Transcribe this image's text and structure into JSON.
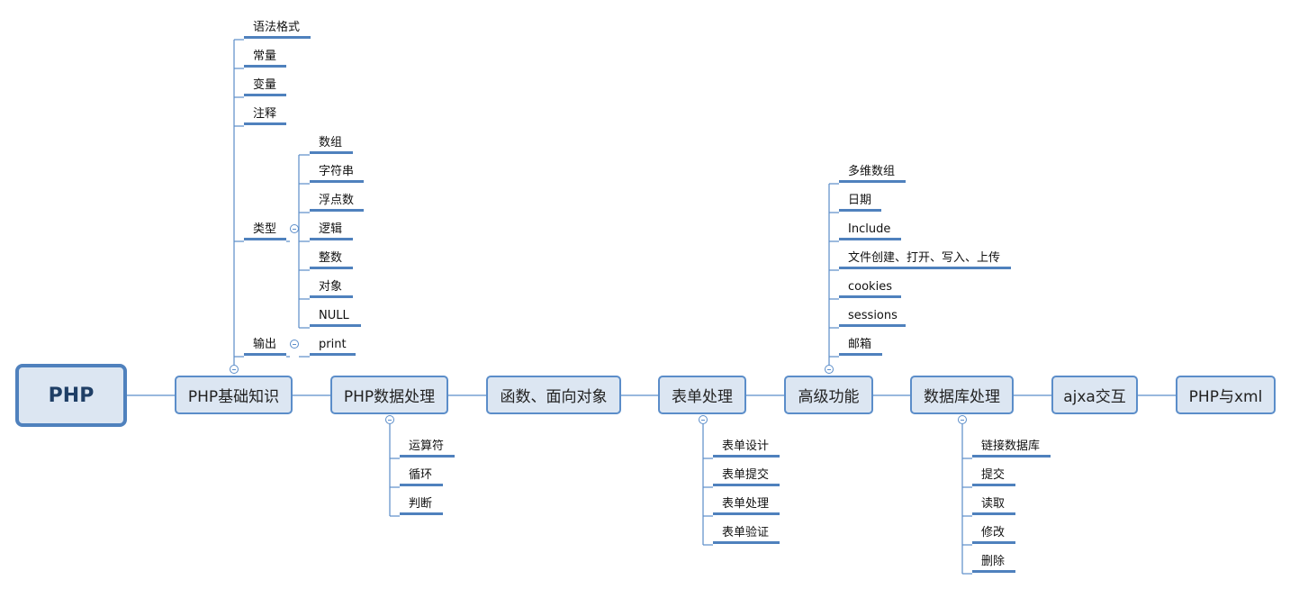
{
  "root": "PHP",
  "topics": {
    "basics": "PHP基础知识",
    "data_processing": "PHP数据处理",
    "functions_oop": "函数、面向对象",
    "forms": "表单处理",
    "advanced": "高级功能",
    "database": "数据库处理",
    "ajax": "ajxa交互",
    "xml": "PHP与xml"
  },
  "basics": {
    "items": [
      "语法格式",
      "常量",
      "变量",
      "注释",
      "类型",
      "输出"
    ],
    "types": [
      "数组",
      "字符串",
      "浮点数",
      "逻辑",
      "整数",
      "对象",
      "NULL"
    ],
    "output": [
      "print"
    ]
  },
  "data_processing": {
    "items": [
      "运算符",
      "循环",
      "判断"
    ]
  },
  "forms": {
    "items": [
      "表单设计",
      "表单提交",
      "表单处理",
      "表单验证"
    ]
  },
  "advanced": {
    "items": [
      "多维数组",
      "日期",
      "Include",
      "文件创建、打开、写入、上传",
      "cookies",
      "sessions",
      "邮箱"
    ]
  },
  "database": {
    "items": [
      "链接数据库",
      "提交",
      "读取",
      "修改",
      "删除"
    ]
  },
  "colors": {
    "line": "#5b8dc9",
    "topic_fill": "#dce6f2",
    "topic_border": "#5b8dc9",
    "leaf_bar": "#4f81bd",
    "root_text": "#1f3f66"
  }
}
